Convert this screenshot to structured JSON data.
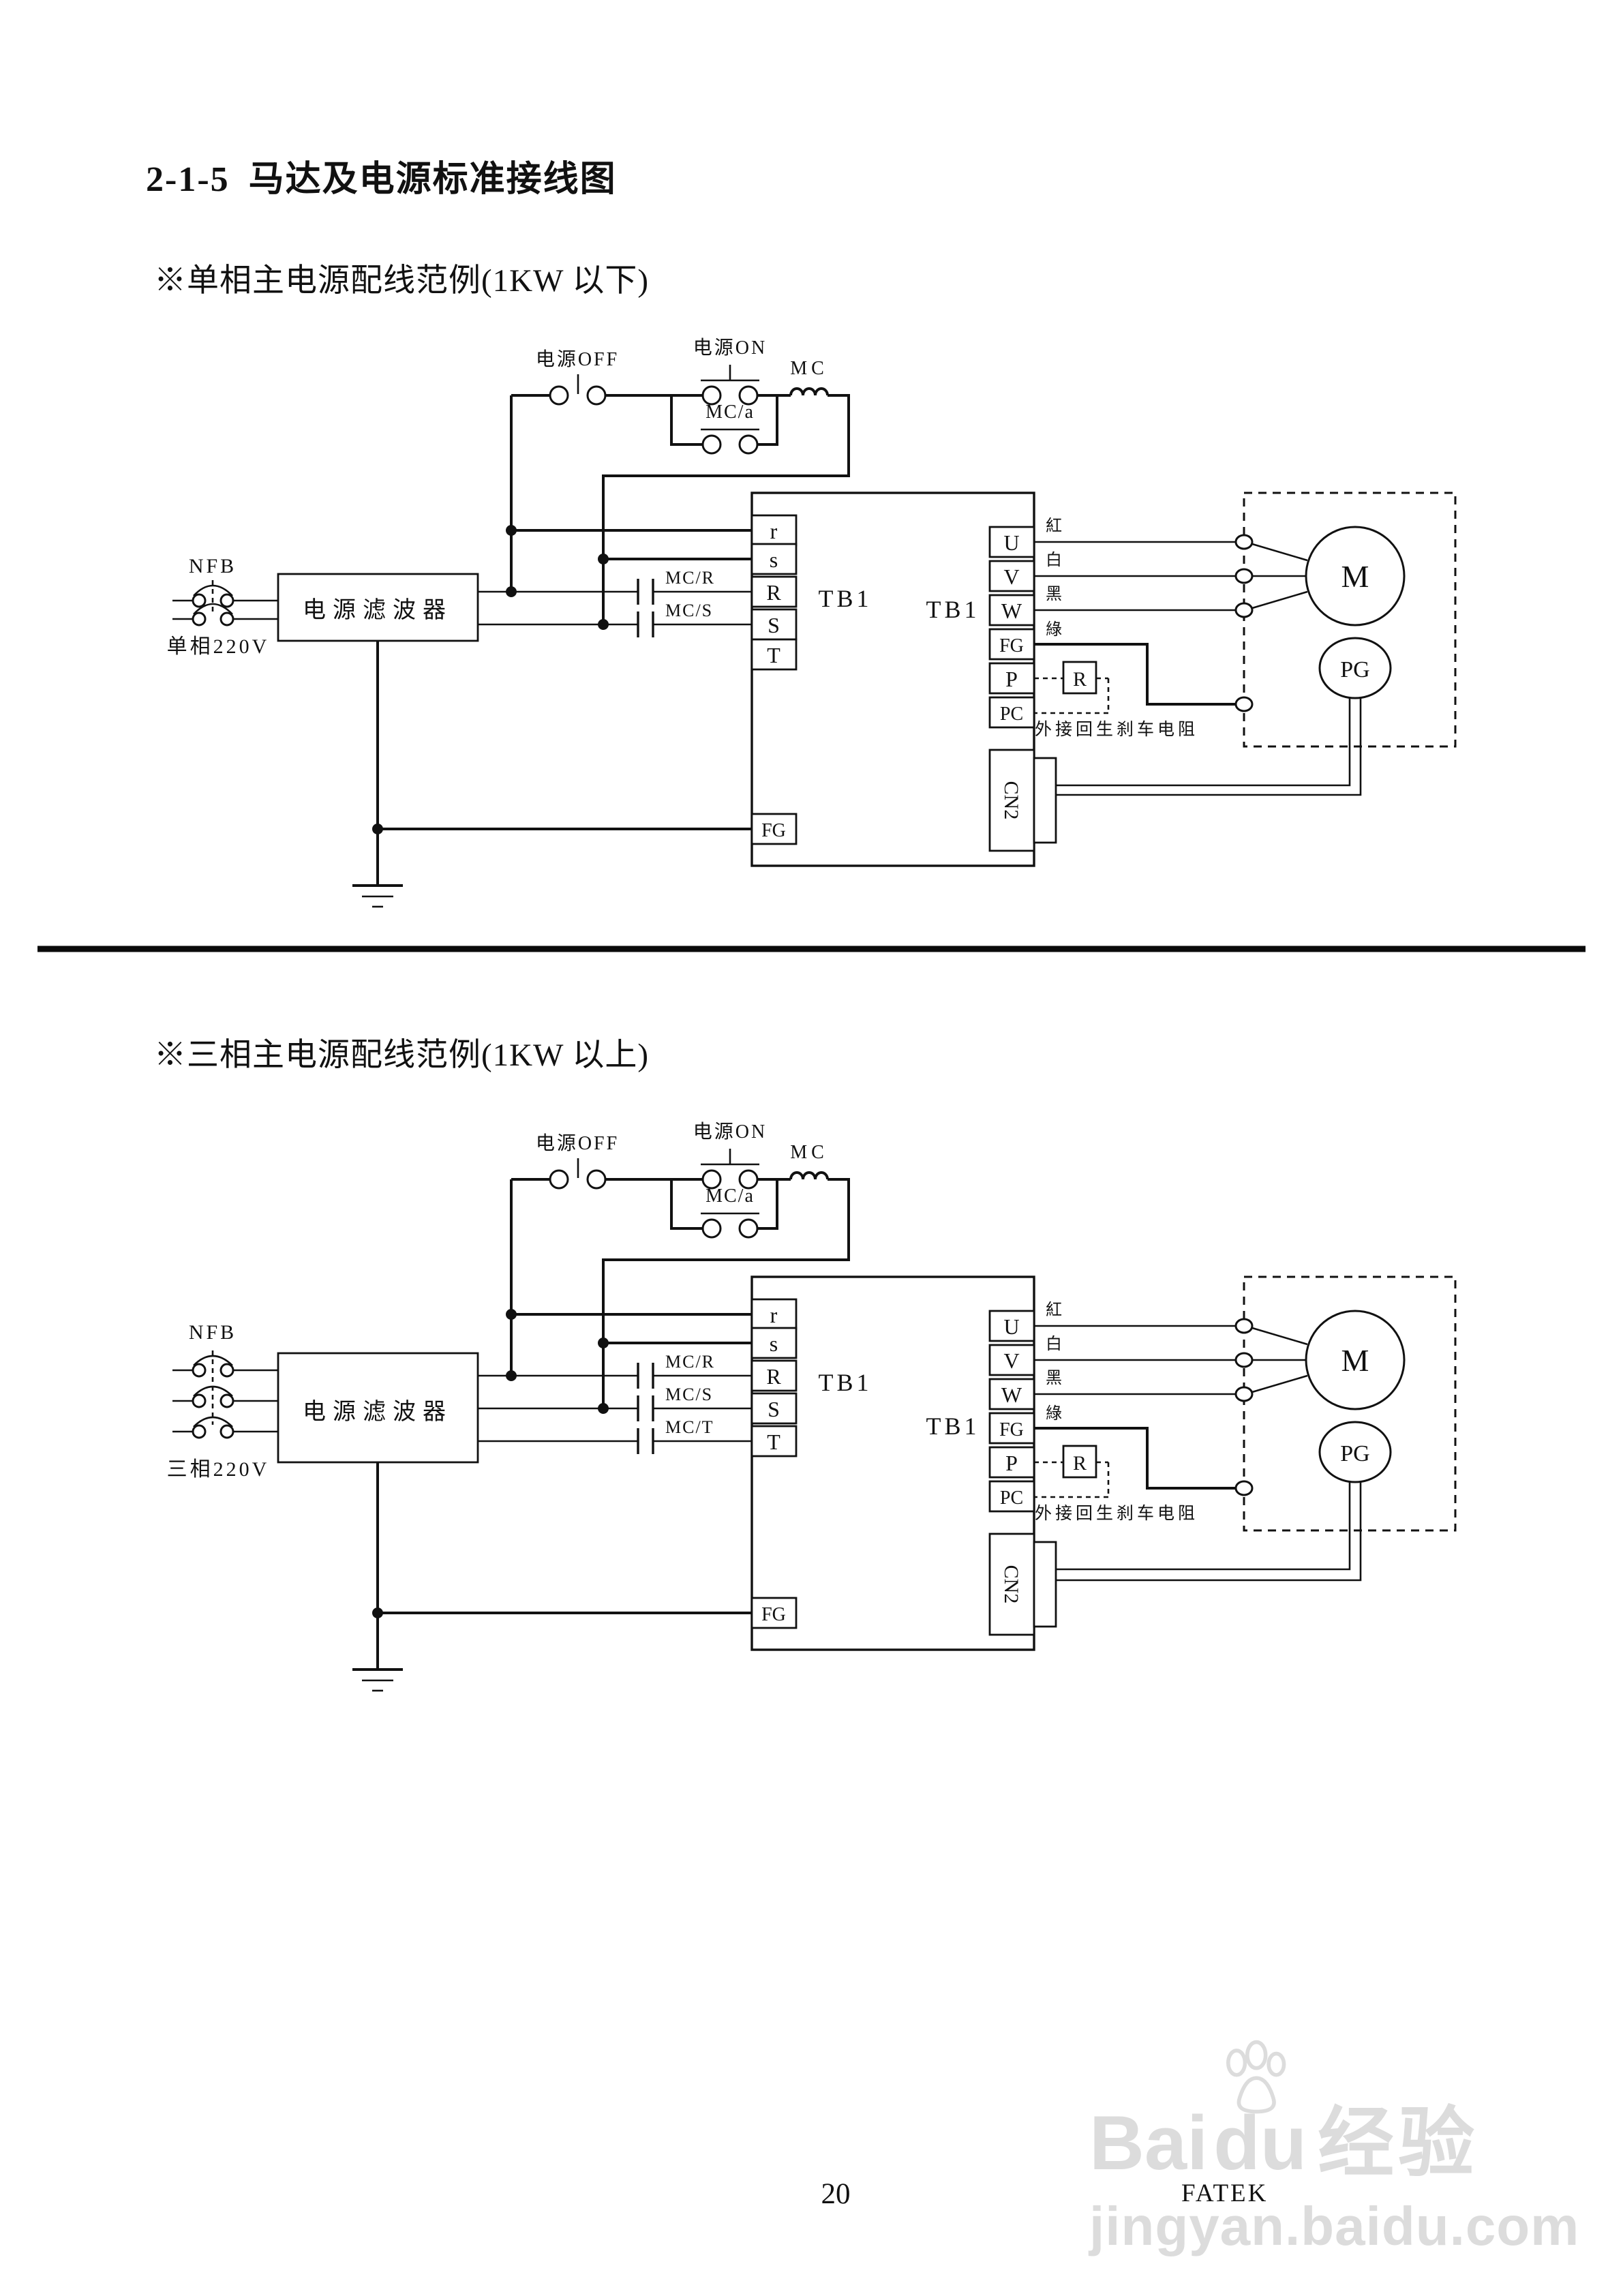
{
  "header": {
    "section_no": "2-1-5",
    "section_title": "马达及电源标准接线图"
  },
  "diagram1": {
    "subtitle": "※单相主电源配线范例(1KW 以下)",
    "power_off": "电源OFF",
    "power_on": "电源ON",
    "mc_holding": "MC/a",
    "mc_coil": "MC",
    "breaker": "NFB",
    "source": "单相220V",
    "filter": "电源滤波器",
    "contact_r": "MC/R",
    "contact_s": "MC/S",
    "tb1_left": "TB1",
    "tb1_right": "TB1",
    "term_r": "r",
    "term_s": "s",
    "term_R": "R",
    "term_S": "S",
    "term_T": "T",
    "term_fg": "FG",
    "term_u": "U",
    "term_v": "V",
    "term_w": "W",
    "term_fg2": "FG",
    "term_p": "P",
    "term_pc": "PC",
    "wire_red": "紅",
    "wire_white": "白",
    "wire_black": "黑",
    "wire_green": "綠",
    "resistor": "R",
    "brake_note": "外接回生刹车电阻",
    "connector": "CN2",
    "motor": "M",
    "encoder": "PG"
  },
  "diagram2": {
    "subtitle": "※三相主电源配线范例(1KW 以上)",
    "power_off": "电源OFF",
    "power_on": "电源ON",
    "mc_holding": "MC/a",
    "mc_coil": "MC",
    "breaker": "NFB",
    "source": "三相220V",
    "filter": "电源滤波器",
    "contact_r": "MC/R",
    "contact_s": "MC/S",
    "contact_t": "MC/T",
    "tb1_left": "TB1",
    "tb1_right": "TB1",
    "term_r": "r",
    "term_s": "s",
    "term_R": "R",
    "term_S": "S",
    "term_T": "T",
    "term_fg": "FG",
    "term_u": "U",
    "term_v": "V",
    "term_w": "W",
    "term_fg2": "FG",
    "term_p": "P",
    "term_pc": "PC",
    "wire_red": "紅",
    "wire_white": "白",
    "wire_black": "黑",
    "wire_green": "綠",
    "resistor": "R",
    "brake_note": "外接回生刹车电阻",
    "connector": "CN2",
    "motor": "M",
    "encoder": "PG"
  },
  "footer": {
    "page_number": "20",
    "brand": "FATEK"
  },
  "watermark": {
    "brand_a": "Bai",
    "brand_b": "du",
    "brand_c": "经验",
    "url": "jingyan.baidu.com"
  }
}
